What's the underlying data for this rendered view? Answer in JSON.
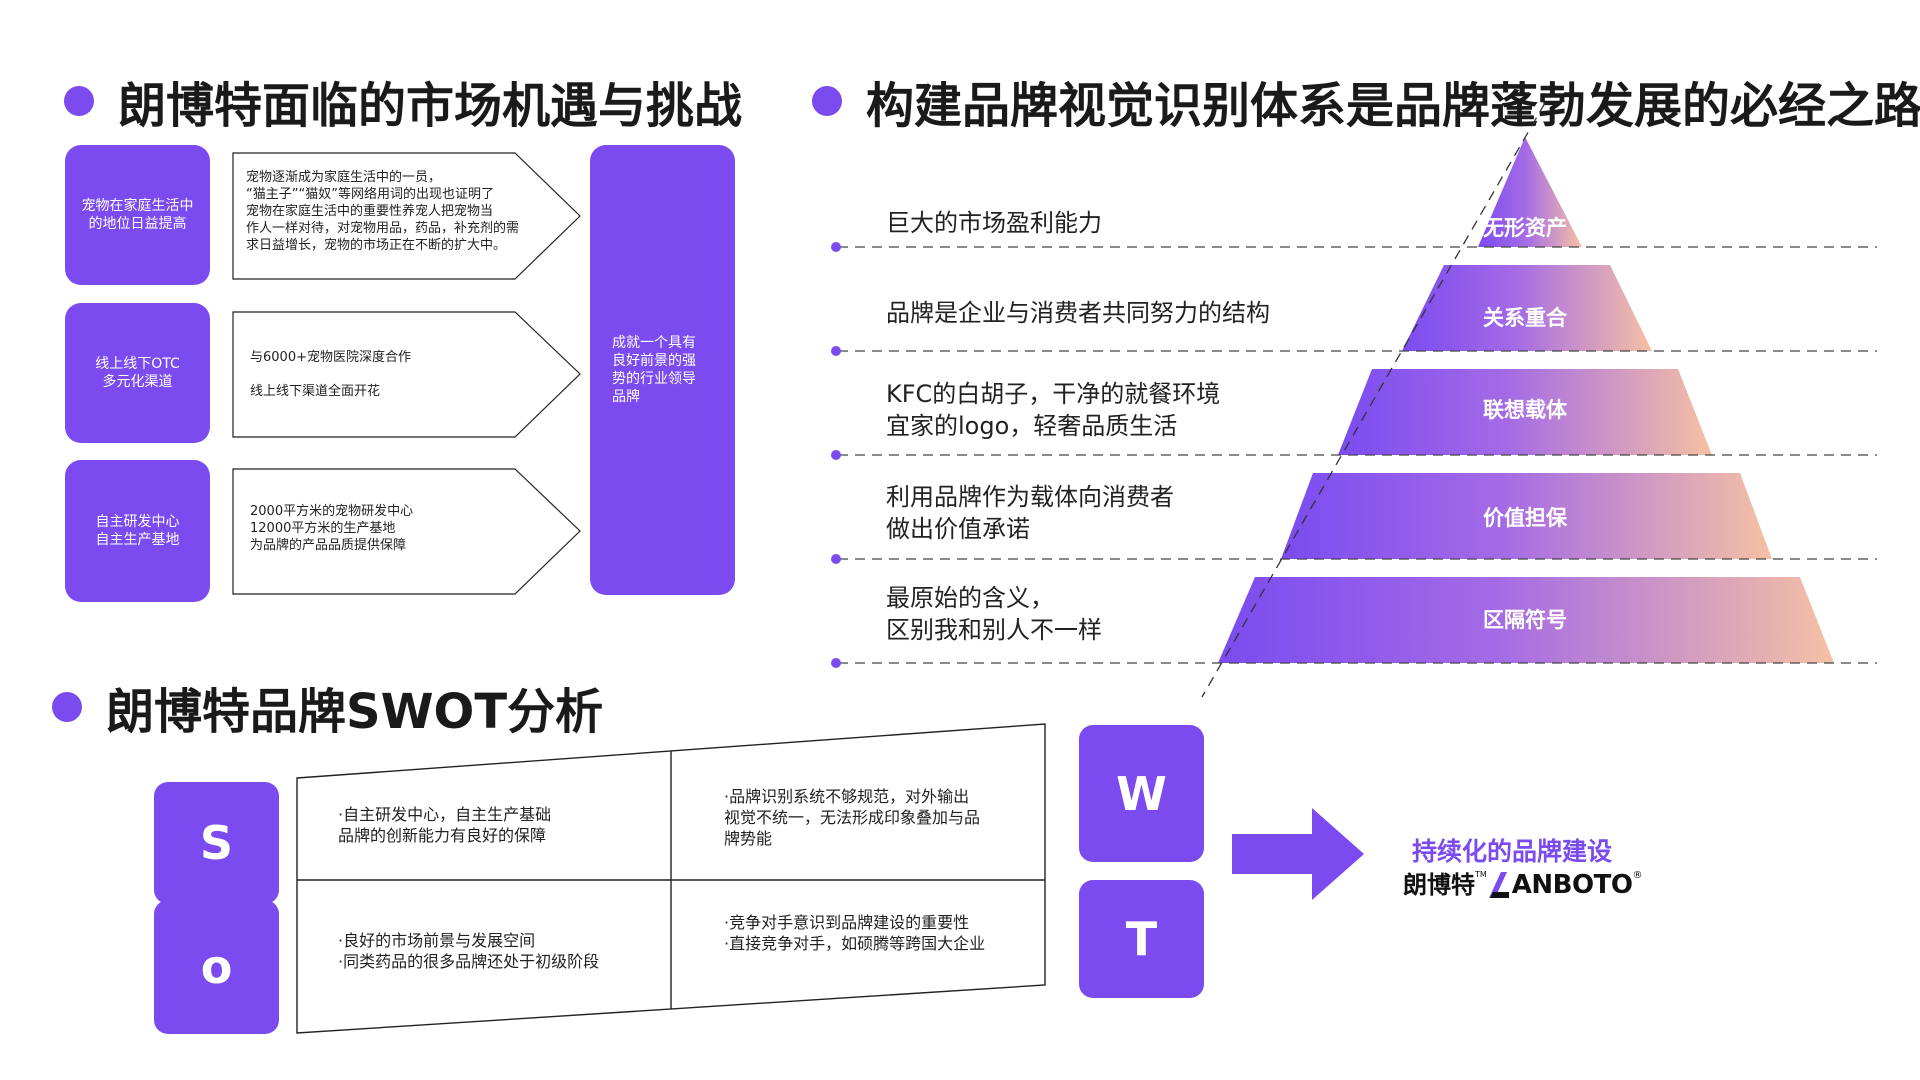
{
  "headings": {
    "market": "朗博特面临的市场机遇与挑战",
    "brand_vi": "构建品牌视觉识别体系是品牌蓬勃发展的必经之路",
    "swot": "朗博特品牌SWOT分析"
  },
  "market": {
    "rows": [
      {
        "label": "宠物在家庭生活中\n的地位日益提高",
        "detail": "宠物逐渐成为家庭生活中的一员，\n“猫主子”“猫奴”等网络用词的出现也证明了\n宠物在家庭生活中的重要性养宠人把宠物当\n作人一样对待，对宠物用品，药品，补充剂的需\n求日益增长，宠物的市场正在不断的扩大中。"
      },
      {
        "label": "线上线下OTC\n多元化渠道",
        "detail": "与6000+宠物医院深度合作\n\n线上线下渠道全面开花"
      },
      {
        "label": "自主研发中心\n自主生产基地",
        "detail": "2000平方米的宠物研发中心\n12000平方米的生产基地\n为品牌的产品品质提供保障"
      }
    ],
    "result": "成就一个具有\n良好前景的强\n势的行业领导\n品牌"
  },
  "pyramid": {
    "levels": [
      {
        "tier": "无形资产",
        "label": "巨大的市场盈利能力"
      },
      {
        "tier": "关系重合",
        "label": "品牌是企业与消费者共同努力的结构"
      },
      {
        "tier": "联想载体",
        "label": "KFC的白胡子，干净的就餐环境\n宜家的logo，轻奢品质生活"
      },
      {
        "tier": "价值担保",
        "label": "利用品牌作为载体向消费者\n做出价值承诺"
      },
      {
        "tier": "区隔符号",
        "label": "最原始的含义，\n区别我和别人不一样"
      }
    ],
    "colors": {
      "start": "#7b4bf0",
      "end": "#f6c1a4"
    }
  },
  "swot": {
    "letters": {
      "s": "S",
      "o": "o",
      "w": "W",
      "t": "T"
    },
    "strengths": "·自主研发中心，自主生产基础\n品牌的创新能力有良好的保障",
    "weaknesses": "·品牌识别系统不够规范，对外输出\n视觉不统一，无法形成印象叠加与品\n牌势能",
    "opportunities": "·良好的市场前景与发展空间\n·同类药品的很多品牌还处于初级阶段",
    "threats": "·竞争对手意识到品牌建设的重要性\n·直接竞争对手，如硕腾等跨国大企业",
    "outcome": "持续化的品牌建设"
  },
  "logo": {
    "cn": "朗博特",
    "tm": "TM",
    "en": "ANBOTO",
    "reg": "®"
  },
  "accent": "#7b4bf0"
}
